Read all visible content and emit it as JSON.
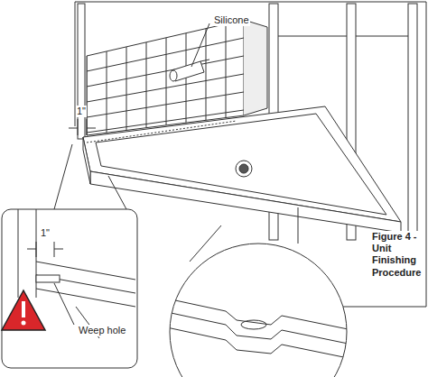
{
  "diagram": {
    "caption": "Figure 4 - Unit Finishing Procedure",
    "labels": [
      "Silicone",
      "1\"",
      "1\"",
      "Weep hole"
    ]
  }
}
